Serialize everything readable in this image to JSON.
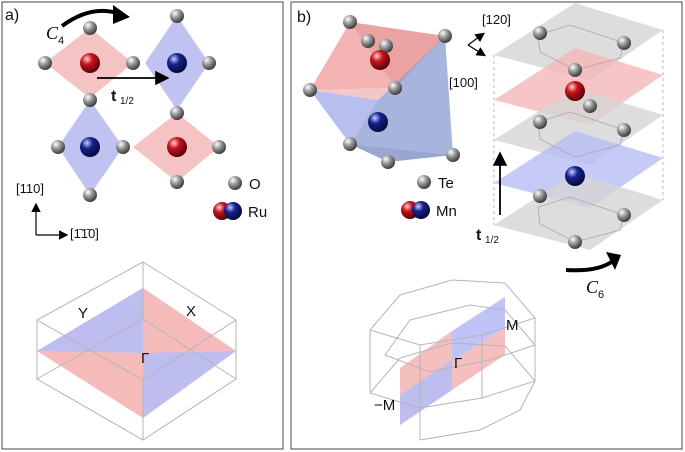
{
  "panels": {
    "a": {
      "label": "a)",
      "rotation_symbol": "C",
      "rotation_sub": "4",
      "translation_symbol": "t",
      "translation_sub": "1/2",
      "legend": {
        "oxygen": "O",
        "metal": "Ru"
      },
      "axis_vertical": "[110]",
      "axis_horizontal": "[1̄1̄0]",
      "bz_labels": {
        "y": "Y",
        "x": "X",
        "gamma": "Γ"
      }
    },
    "b": {
      "label": "b)",
      "axis_top": "[120]",
      "axis_bottom": "[100]",
      "legend": {
        "anion": "Te",
        "metal": "Mn"
      },
      "translation_symbol": "t",
      "translation_sub": "1/2",
      "rotation_symbol": "C",
      "rotation_sub": "6",
      "bz_labels": {
        "m": "M",
        "gamma": "Γ",
        "minus_m": "−M"
      }
    }
  },
  "colors": {
    "red_sheet": "#f4b8b8",
    "blue_sheet": "#b8bdf4",
    "gray_sheet": "#d4d4d4",
    "red_atom": "#c0141b",
    "blue_atom": "#121c7c",
    "gray_atom": "#8c8c8c"
  }
}
